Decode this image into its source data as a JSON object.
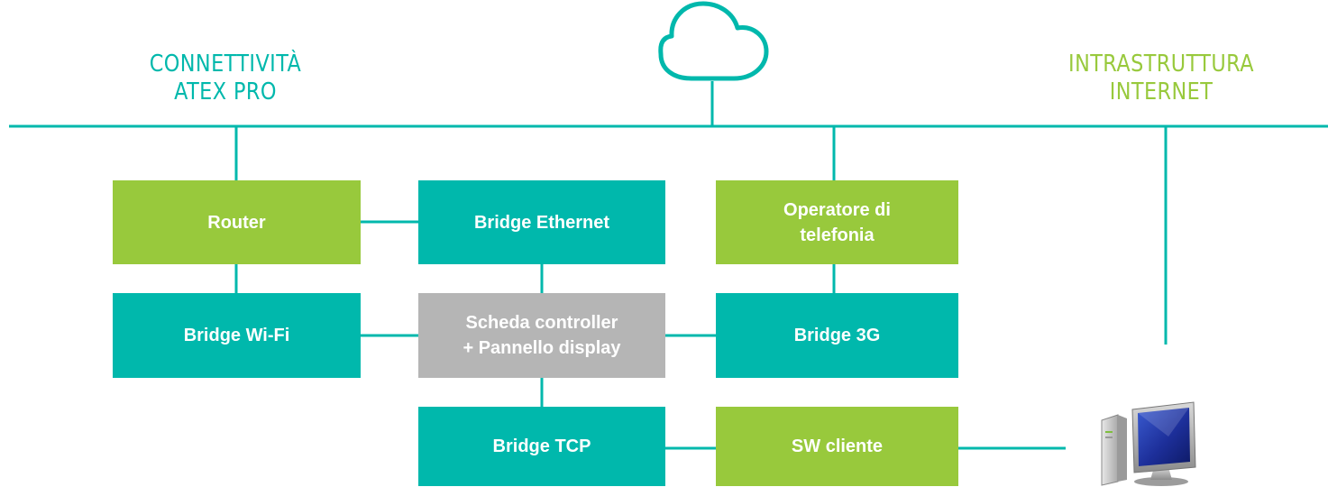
{
  "colors": {
    "teal": "#00b8ac",
    "green": "#98c93c",
    "gray": "#b5b5b5",
    "text_on_box": "#ffffff"
  },
  "headings": {
    "left": {
      "line1": "CONNETTIVITÀ",
      "line2": "ATEX PRO",
      "color": "#00b8ac"
    },
    "right": {
      "line1": "INTRASTRUTTURA",
      "line2": "INTERNET",
      "color": "#98c93c"
    }
  },
  "icons": {
    "cloud": "cloud-icon",
    "computer": "computer-icon"
  },
  "boxes": {
    "router": {
      "line1": "Router",
      "line2": "",
      "color": "#98c93c"
    },
    "bridge_ethernet": {
      "line1": "Bridge Ethernet",
      "line2": "",
      "color": "#00b8ac"
    },
    "operatore": {
      "line1": "Operatore di",
      "line2": "telefonia",
      "color": "#98c93c"
    },
    "bridge_wifi": {
      "line1": "Bridge Wi-Fi",
      "line2": "",
      "color": "#00b8ac"
    },
    "scheda": {
      "line1": "Scheda controller",
      "line2": "+ Pannello display",
      "color": "#b5b5b5"
    },
    "bridge_3g": {
      "line1": "Bridge 3G",
      "line2": "",
      "color": "#00b8ac"
    },
    "bridge_tcp": {
      "line1": "Bridge TCP",
      "line2": "",
      "color": "#00b8ac"
    },
    "sw_cliente": {
      "line1": "SW cliente",
      "line2": "",
      "color": "#98c93c"
    }
  }
}
